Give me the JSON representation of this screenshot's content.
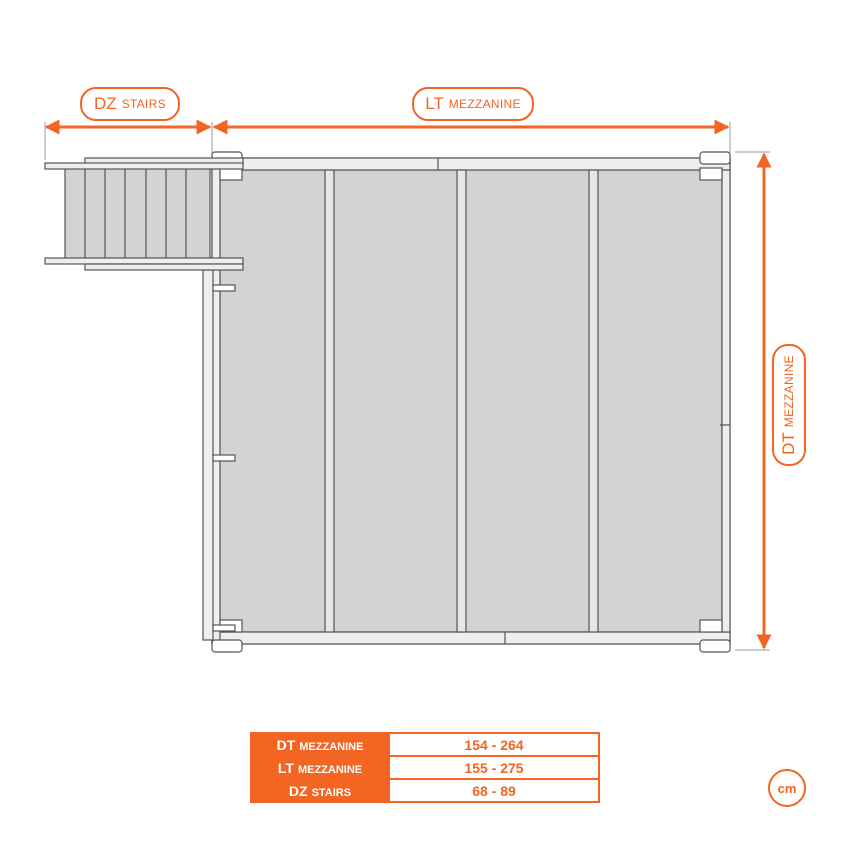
{
  "dimensions": {
    "dz_stairs": {
      "main": "DZ",
      "sub": "STAIRS"
    },
    "lt_mezzanine": {
      "main": "LT",
      "sub": "MEZZANINE"
    },
    "dt_mezzanine": {
      "main": "DT",
      "sub": "MEZZANINE"
    }
  },
  "table": {
    "rows": [
      {
        "main": "DT",
        "sub": "MEZZANINE",
        "value": "154 - 264"
      },
      {
        "main": "LT",
        "sub": "MEZZANINE",
        "value": "155 - 275"
      },
      {
        "main": "DZ",
        "sub": "STAIRS",
        "value": "68 - 89"
      }
    ]
  },
  "unit": "cm",
  "colors": {
    "accent": "#f26522",
    "panel": "#d3d3d3",
    "frame": "#555555"
  }
}
